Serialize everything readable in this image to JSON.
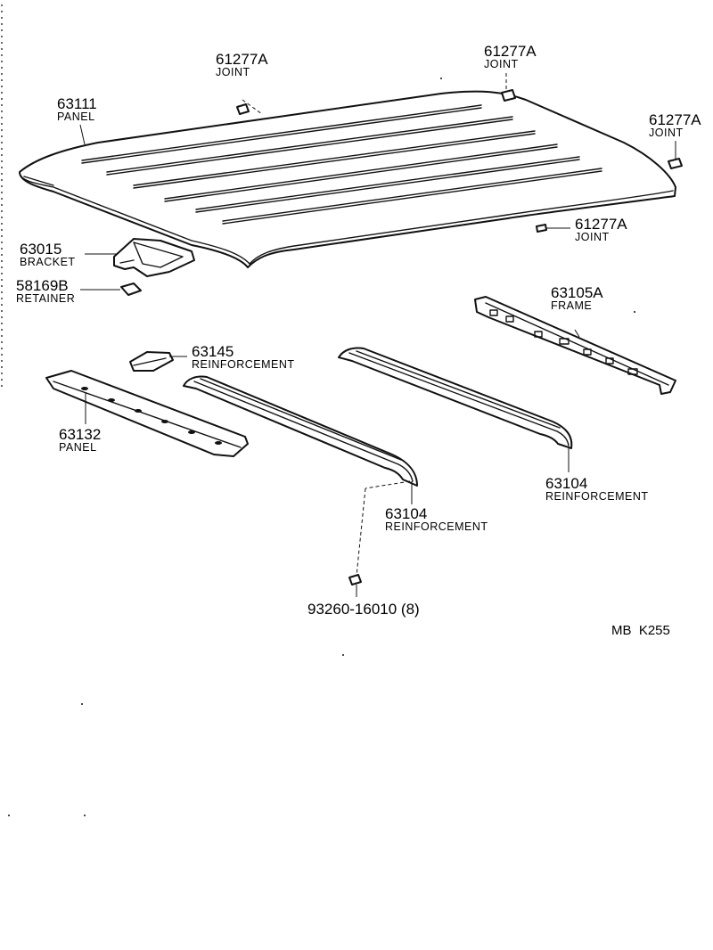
{
  "callouts": [
    {
      "number": "61277A",
      "name": "JOINT"
    },
    {
      "number": "61277A",
      "name": "JOINT"
    },
    {
      "number": "61277A",
      "name": "JOINT"
    },
    {
      "number": "61277A",
      "name": "JOINT"
    },
    {
      "number": "63111",
      "name": "PANEL"
    },
    {
      "number": "63015",
      "name": "BRACKET"
    },
    {
      "number": "58169B",
      "name": "RETAINER"
    },
    {
      "number": "63105A",
      "name": "FRAME"
    },
    {
      "number": "63145",
      "name": "REINFORCEMENT"
    },
    {
      "number": "63132",
      "name": "PANEL"
    },
    {
      "number": "63104",
      "name": "REINFORCEMENT"
    },
    {
      "number": "63104",
      "name": "REINFORCEMENT"
    },
    {
      "number": "93260-16010 (8)",
      "name": ""
    }
  ],
  "reference_code": "MB  K255"
}
